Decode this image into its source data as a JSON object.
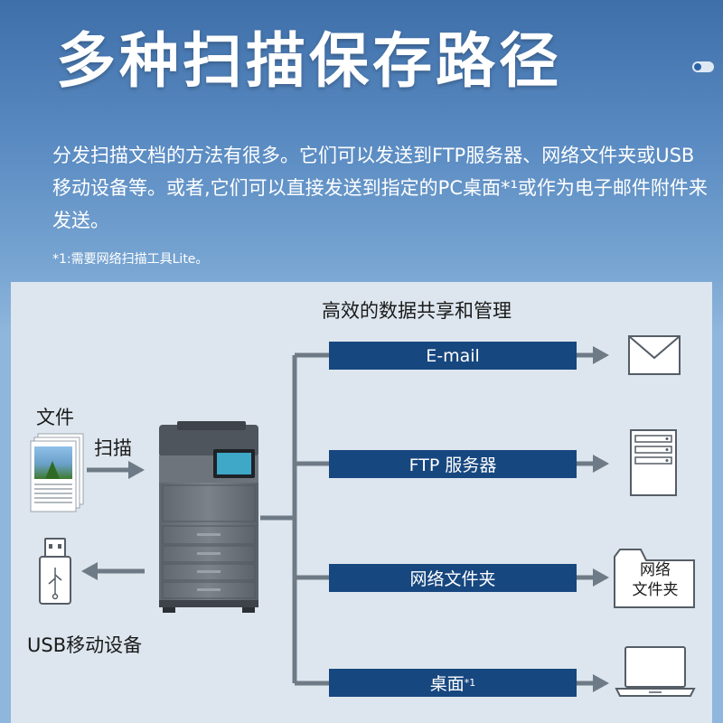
{
  "header": {
    "title": "多种扫描保存路径",
    "description": "分发扫描文档的方法有很多。它们可以发送到FTP服务器、网络文件夹或USB移动设备等。或者,它们可以直接发送到指定的PC桌面*¹或作为电子邮件附件来发送。",
    "footnote": "*1:需要网络扫描工具Lite。"
  },
  "diagram": {
    "heading": "高效的数据共享和管理",
    "document_label": "文件",
    "scan_label": "扫描",
    "usb_label": "USB移动设备",
    "destinations": [
      {
        "label": "E-mail",
        "icon": "envelope-icon"
      },
      {
        "label": "FTP 服务器",
        "icon": "server-icon"
      },
      {
        "label": "网络文件夹",
        "icon": "folder-icon"
      },
      {
        "label": "桌面",
        "sup": "*1",
        "icon": "laptop-icon"
      }
    ],
    "folder_icon_text": [
      "网络",
      "文件夹"
    ]
  },
  "colors": {
    "accent": "#17477f",
    "arrow": "#6e7a86",
    "panel": "#dde6ee",
    "header_bg": "#5a8bc2"
  }
}
